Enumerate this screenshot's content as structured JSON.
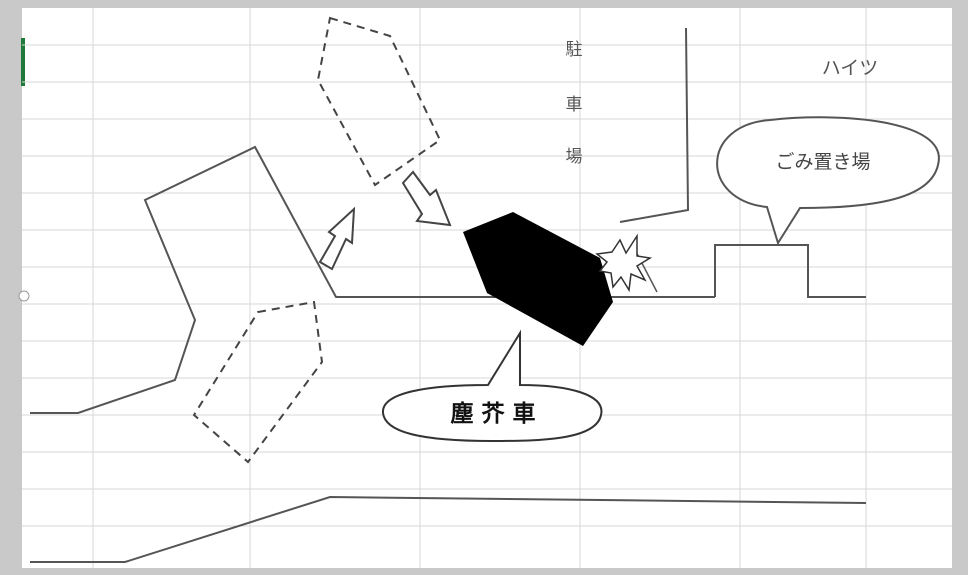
{
  "labels": {
    "parking_chars": [
      "駐",
      "車",
      "場"
    ],
    "apartment": "ハイツ",
    "garbage_area": "ごみ置き場",
    "vehicle": "塵 芥 車"
  },
  "colors": {
    "frame_background": "#c9c9c9",
    "sheet_background": "#ffffff",
    "gridline": "#d7d7d7",
    "line": "#555555",
    "vehicle_fill": "#000000",
    "selection_marker": "#1f7a3a"
  }
}
